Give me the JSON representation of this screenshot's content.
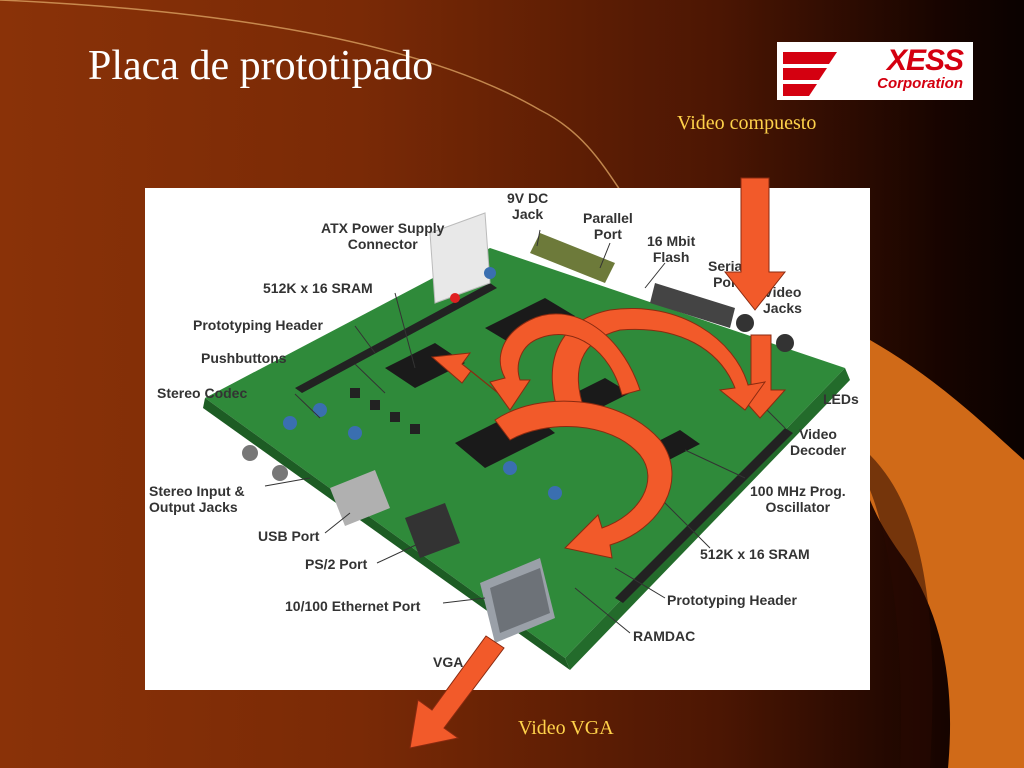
{
  "slide": {
    "title": "Placa de prototipado",
    "logo": {
      "brand": "XESS",
      "sub": "Corporation"
    },
    "labels": {
      "composite_video": "Video compuesto",
      "vga_video": "Video VGA"
    }
  },
  "board_labels": {
    "dc_jack": "9V DC\nJack",
    "parallel_port": "Parallel\nPort",
    "flash": "16 Mbit\nFlash",
    "serial_port": "Serial\nPort",
    "atx": "ATX Power Supply\nConnector",
    "sram_top": "512K x 16 SRAM",
    "proto_header_left": "Prototyping Header",
    "pushbuttons": "Pushbuttons",
    "stereo_codec": "Stereo Codec",
    "stereo_io": "Stereo Input &\nOutput Jacks",
    "usb": "USB Port",
    "ps2": "PS/2 Port",
    "ethernet": "10/100 Ethernet Port",
    "vga": "VGA",
    "video_jacks": "Video\nJacks",
    "leds": "LEDs",
    "video_decoder": "Video\nDecoder",
    "oscillator": "100 MHz Prog.\nOscillator",
    "sram_bottom": "512K x 16 SRAM",
    "proto_header_right": "Prototyping Header",
    "ramdac": "RAMDAC"
  },
  "colors": {
    "title": "#ffffff",
    "label": "#ffd24a",
    "arrow": "#f25a2a",
    "pcb": "#2f8a3a",
    "logo_red": "#d40010"
  }
}
